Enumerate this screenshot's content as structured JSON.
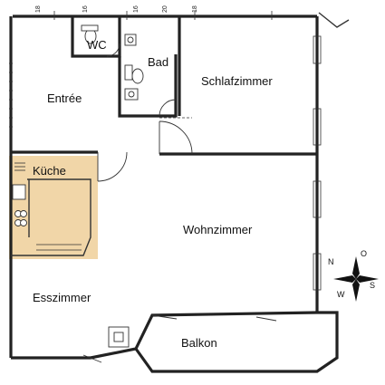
{
  "rooms": {
    "wc": "WC",
    "bad": "Bad",
    "entree": "Entrée",
    "schlafzimmer": "Schlafzimmer",
    "kueche": "Küche",
    "wohnzimmer": "Wohnzimmer",
    "esszimmer": "Esszimmer",
    "balkon": "Balkon"
  },
  "dimensions": [
    "18",
    "16",
    "16",
    "20",
    "18"
  ],
  "compass": {
    "n": "N",
    "o": "O",
    "s": "S",
    "w": "W"
  },
  "colors": {
    "kitchen_highlight": "#f1d6a8",
    "wall": "#222222",
    "background": "#ffffff"
  }
}
